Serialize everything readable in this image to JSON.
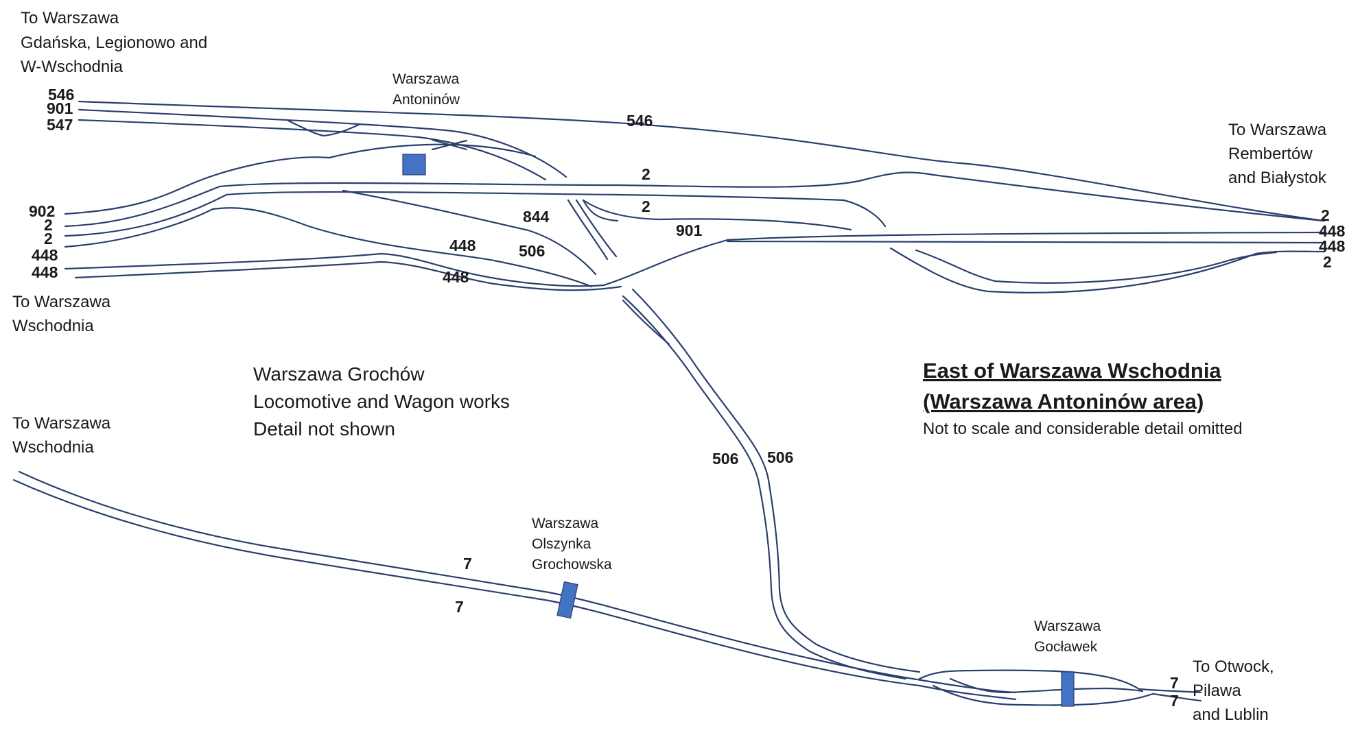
{
  "title_lines": [
    "East of Warszawa Wschodnia",
    "(Warszawa Antoninów area)"
  ],
  "subtitle": "Not to scale and considerable detail omitted",
  "works_lines": [
    "Warszawa Grochów",
    "Locomotive and Wagon works",
    "Detail not shown"
  ],
  "destinations": {
    "north_west": [
      "To Warszawa",
      "Gdańska, Legionowo and",
      "W-Wschodnia"
    ],
    "north_east": [
      "To Warszawa",
      "Rembertów",
      "and Białystok"
    ],
    "west_upper": [
      "To Warszawa",
      "Wschodnia"
    ],
    "west_lower": [
      "To Warszawa",
      "Wschodnia"
    ],
    "south_east": [
      "To Otwock,",
      "Pilawa",
      "and Lublin"
    ]
  },
  "stations": {
    "antoninow": [
      "Warszawa",
      "Antoninów"
    ],
    "olszynka": [
      "Warszawa",
      "Olszynka",
      "Grochowska"
    ],
    "goclawek": [
      "Warszawa",
      "Gocławek"
    ]
  },
  "line_labels": {
    "nw_546": "546",
    "nw_901": "901",
    "nw_547": "547",
    "mid_546": "546",
    "mid_2_upper": "2",
    "mid_2_lower": "2",
    "mid_901": "901",
    "mid_844": "844",
    "mid_506": "506",
    "mid_448_upper": "448",
    "mid_448_lower": "448",
    "w_902": "902",
    "w_2a": "2",
    "w_2b": "2",
    "w_448a": "448",
    "w_448b": "448",
    "e_2a": "2",
    "e_448a": "448",
    "e_448b": "448",
    "e_2b": "2",
    "s_506_left": "506",
    "s_506_right": "506",
    "s_7_upper": "7",
    "s_7_lower": "7",
    "se_7_upper": "7",
    "se_7_lower": "7"
  }
}
